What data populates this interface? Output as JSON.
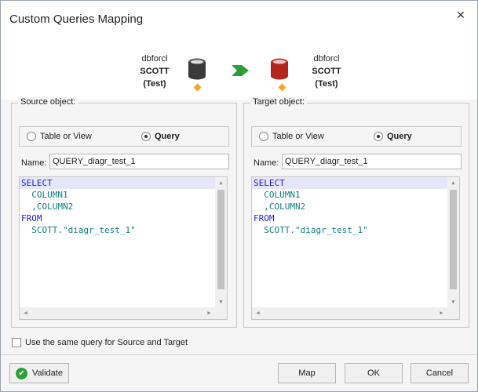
{
  "window": {
    "title": "Custom Queries Mapping",
    "close_glyph": "✕"
  },
  "source_conn": {
    "server": "dbforcl",
    "schema": "SCOTT",
    "env": "(Test)",
    "db_color": "#3a3a3a"
  },
  "target_conn": {
    "server": "dbforcl",
    "schema": "SCOTT",
    "env": "(Test)",
    "db_color": "#b3261e"
  },
  "arrow_color": "#2e9e3a",
  "source": {
    "group_label": "Source object:",
    "radio_table": "Table or View",
    "radio_query": "Query",
    "selected": "Query",
    "name_label": "Name:",
    "name_value": "QUERY_diagr_test_1",
    "sql": [
      "SELECT",
      "  COLUMN1",
      "  ,COLUMN2",
      "FROM",
      "  SCOTT.\"diagr_test_1\""
    ]
  },
  "target": {
    "group_label": "Target object:",
    "radio_table": "Table or View",
    "radio_query": "Query",
    "selected": "Query",
    "name_label": "Name:",
    "name_value": "QUERY_diagr_test_1",
    "sql": [
      "SELECT",
      "  COLUMN1",
      "  ,COLUMN2",
      "FROM",
      "  SCOTT.\"diagr_test_1\""
    ]
  },
  "same_query_label": "Use the same query for Source and Target",
  "buttons": {
    "validate": "Validate",
    "map": "Map",
    "ok": "OK",
    "cancel": "Cancel"
  },
  "icons": {
    "close": "close-icon",
    "database": "database-icon",
    "arrow": "arrow-right-icon",
    "diamond": "diamond-icon",
    "validate": "check-circle-icon"
  }
}
